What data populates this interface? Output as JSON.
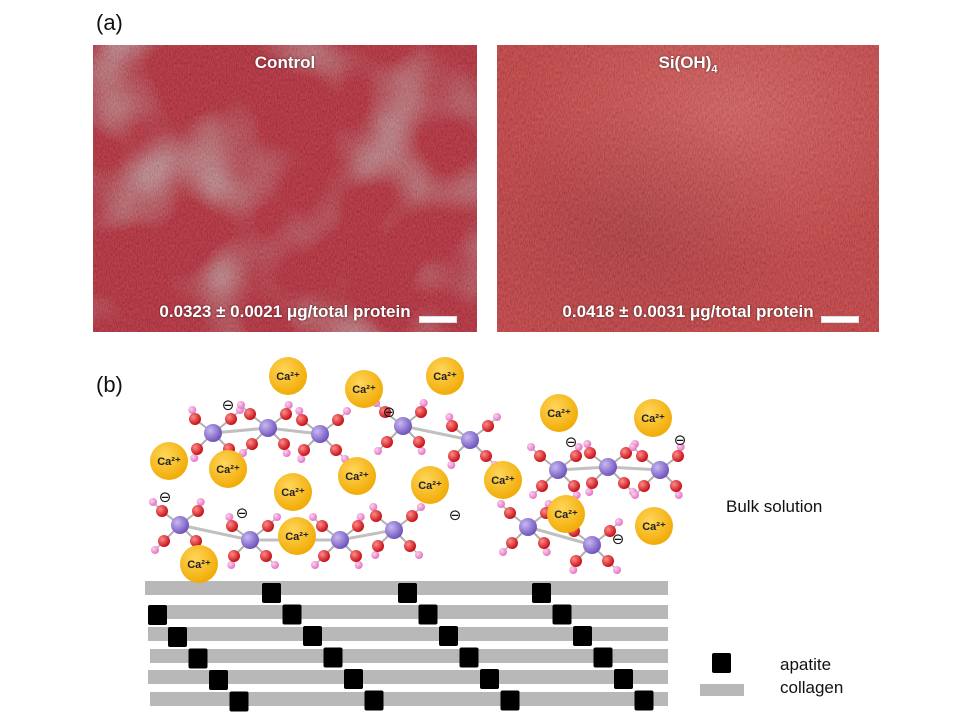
{
  "panel_a": {
    "label": "(a)",
    "images": [
      {
        "title": "Control",
        "value_text": "0.0323 ± 0.0021 μg/total protein"
      },
      {
        "title_base": "Si(OH)",
        "title_sub": "4",
        "value_text": "0.0418 ± 0.0031 μg/total protein"
      }
    ]
  },
  "panel_b": {
    "label": "(b)",
    "bulk_label": "Bulk solution",
    "legend": {
      "apatite": "apatite",
      "collagen": "collagen"
    },
    "ion_label": "Ca²⁺",
    "minus_sign": "⊖"
  },
  "colors": {
    "calcium_ion": "#f5b80f",
    "silicon_atom": "#8a6fd0",
    "oxygen_atom": "#e0161b",
    "hydrogen_atom": "#f28ad0",
    "apatite": "#000000",
    "collagen": "#b8b8b8",
    "stain_red": "#8a1c26",
    "stain_green": "#4a8a7a"
  }
}
